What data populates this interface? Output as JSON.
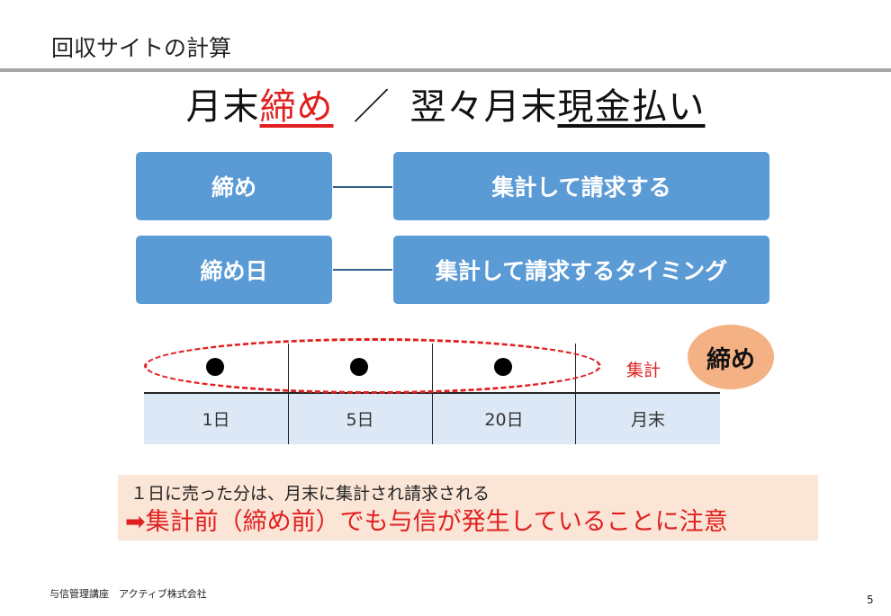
{
  "header": {
    "title": "回収サイトの計算"
  },
  "main_title": {
    "part1": "月末",
    "part2_red": "締め",
    "slash": "／",
    "part3": "翌々月末",
    "part4_underlined": "現金払い"
  },
  "definitions": [
    {
      "term": "締め",
      "meaning": "集計して請求する"
    },
    {
      "term": "締め日",
      "meaning": "集計して請求するタイミング"
    }
  ],
  "timeline": {
    "cells": [
      "1日",
      "5日",
      "20日",
      "月末"
    ],
    "shuukei_label": "集計",
    "badge": "締め"
  },
  "note": {
    "line1": "１日に売った分は、月末に集計され請求される",
    "line2": "➡集計前（締め前）でも与信が発生していることに注意"
  },
  "footer": {
    "text": "与信管理講座　アクティブ株式会社",
    "page": "5"
  },
  "colors": {
    "box": "#5b9bd5",
    "accent_red": "#e02020",
    "note_bg": "#fbe5d6",
    "badge_bg": "#f4b183"
  }
}
